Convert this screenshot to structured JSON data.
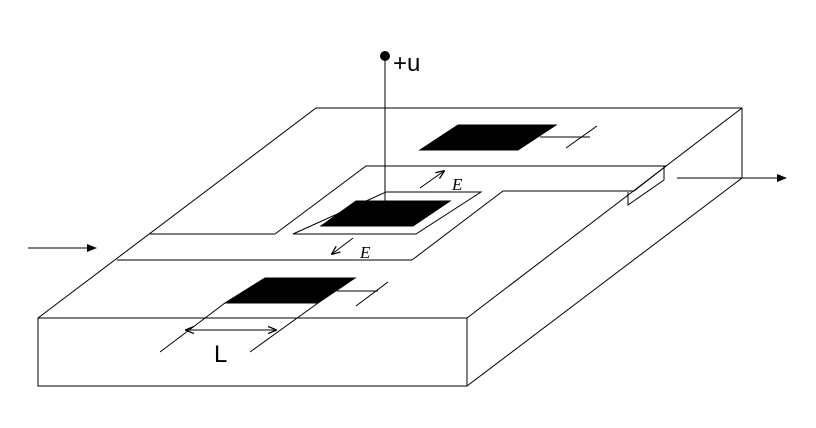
{
  "labels": {
    "voltage": "+u",
    "field_upper": "E",
    "field_lower": "E",
    "length": "L"
  },
  "colors": {
    "ink": "#000000",
    "background": "#ffffff"
  }
}
